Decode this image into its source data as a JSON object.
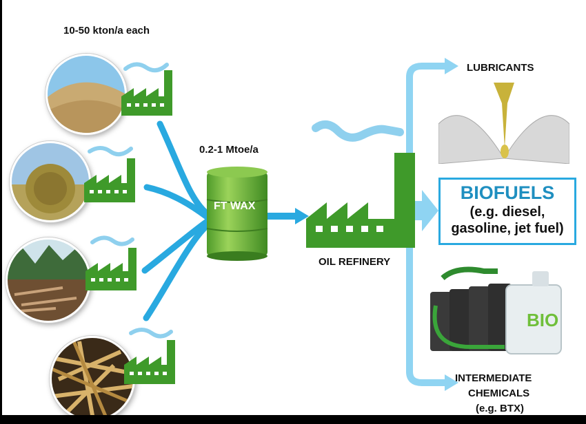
{
  "labels": {
    "feed_capacity": "10-50 kton/a each",
    "wax_capacity": "0.2-1 Mtoe/a",
    "drum_label": "FT WAX",
    "refinery": "OIL REFINERY",
    "lubricants": "LUBRICANTS",
    "biofuels_title": "BIOFUELS",
    "biofuels_line1": "(e.g. diesel,",
    "biofuels_line2": "gasoline, jet fuel)",
    "intermediate_line1": "INTERMEDIATE",
    "intermediate_line2": "CHEMICALS",
    "intermediate_line3": "(e.g. BTX)",
    "jerrycan_text": "BIO"
  },
  "feedstocks": [
    {
      "name": "wood-chips",
      "icon": "wood-chips-image"
    },
    {
      "name": "straw-bale",
      "icon": "straw-bale-image"
    },
    {
      "name": "forest-residue",
      "icon": "forest-residue-image"
    },
    {
      "name": "crop-stalks",
      "icon": "crop-stalks-image"
    }
  ],
  "colors": {
    "arrow": "#29a9e0",
    "drum": "#7dc242",
    "factory": "#3f9a2a",
    "smoke": "#8fd0ee",
    "biofuels_text": "#1f8fc0"
  }
}
